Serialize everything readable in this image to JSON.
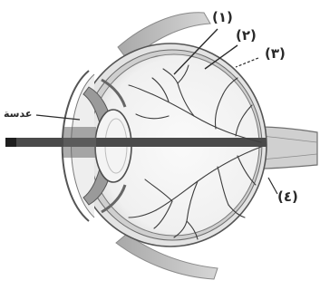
{
  "figure": {
    "labels": {
      "l1": "(١)",
      "l2": "(٢)",
      "l3": "(٣)",
      "l4": "(٤)",
      "lens_word": "عدسة"
    },
    "colors": {
      "ink": "#2a2a2a",
      "outline": "#555555",
      "vessel": "#3d3d3d",
      "ray": "#4a4a4a",
      "sclera": "#e9e9e9",
      "muscle": "#bfbfbf"
    }
  }
}
